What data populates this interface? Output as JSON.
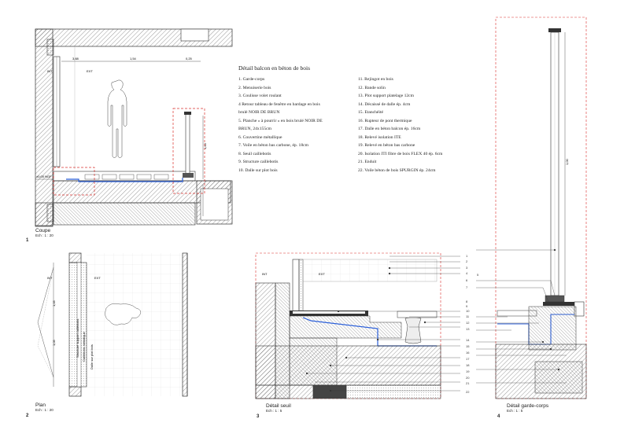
{
  "sheet_title": "Détail balcon en béton de bois",
  "legend_left": [
    "1. Garde-corps",
    "2. Menuiserie bois",
    "3. Coulisse volet roulant",
    "4 Retour tableau de fenêtre en bardage en bois",
    "brulé NOIR DE BRUN",
    "5. Planche « à pourrir » en bois brulé NOIR DE",
    "BRUN, 24x155cm",
    "6. Couvertine métallique",
    "7. Voile en béton bas carbone, ép. 18cm",
    "8. Seuil caillebotis",
    "9. Structure caillebotis",
    "10. Dalle sur plot bois"
  ],
  "legend_right": [
    "11. Rejingot en bois",
    "12. Bande solin",
    "13. Plot support platelage 12cm",
    "14. Décaissé de dalle ép. 4cm",
    "15. Etanchéité",
    "16. Rupteur de pont thermique",
    "17. Dalle en béton balcon ép. 16cm",
    "18. Relevé isolation ITE",
    "19. Relevé en béton bas carbone",
    "20. Isolation ITI fibre de bois FLEX 40 ép. 6cm",
    "21. Enduit",
    "22. Voile béton de bois SPURGIN ép. 24cm"
  ],
  "drawings": [
    {
      "num": "1",
      "title": "Coupe",
      "scale": "Ech :   1 : 20"
    },
    {
      "num": "2",
      "title": "Plan",
      "scale": "Ech :   1 : 20"
    },
    {
      "num": "3",
      "title": "Détail seuil",
      "scale": "Ech :   1 : 5"
    },
    {
      "num": "4",
      "title": "Détail garde-corps",
      "scale": "Ech :   1 : 5"
    }
  ],
  "labels": {
    "int": "INT",
    "ext": "EXT"
  },
  "callouts": [
    "1",
    "2",
    "3",
    "4",
    "5",
    "6",
    "7",
    "8",
    "9",
    "10",
    "11",
    "12",
    "13",
    "14",
    "15",
    "16",
    "17",
    "18",
    "19",
    "20",
    "21",
    "22"
  ],
  "colors": {
    "detail_frame": "#d9302c",
    "waterproofing": "#2b5fd9",
    "ink": "#222222"
  }
}
